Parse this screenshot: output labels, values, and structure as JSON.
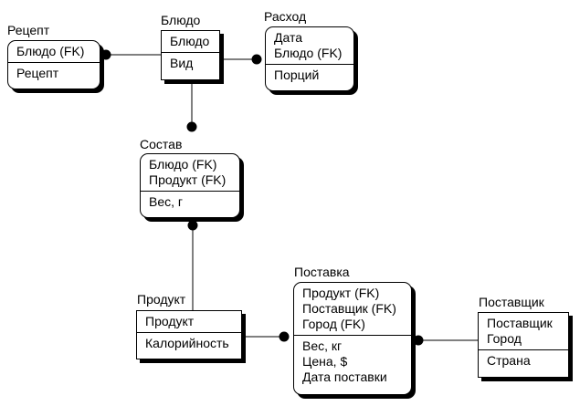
{
  "entities": {
    "recept": {
      "title": "Рецепт",
      "keys": [
        "Блюдо (FK)"
      ],
      "attrs": [
        "Рецепт"
      ]
    },
    "bludo": {
      "title": "Блюдо",
      "keys": [
        "Блюдо"
      ],
      "attrs": [
        "Вид"
      ]
    },
    "rashod": {
      "title": "Расход",
      "keys": [
        "Дата",
        "Блюдо (FK)"
      ],
      "attrs": [
        "Порций"
      ]
    },
    "sostav": {
      "title": "Состав",
      "keys": [
        "Блюдо (FK)",
        "Продукт (FK)"
      ],
      "attrs": [
        "Вес, г"
      ]
    },
    "produkt": {
      "title": "Продукт",
      "keys": [
        "Продукт"
      ],
      "attrs": [
        "Калорийность"
      ]
    },
    "postavka": {
      "title": "Поставка",
      "keys": [
        "Продукт (FK)",
        "Поставщик (FK)",
        "Город (FK)"
      ],
      "attrs": [
        "Вес, кг",
        "Цена, $",
        "Дата поставки"
      ]
    },
    "postavshik": {
      "title": "Поставщик",
      "keys": [
        "Поставщик",
        "Город"
      ],
      "attrs": [
        "Страна"
      ]
    }
  },
  "colors": {
    "line": "#000000",
    "background": "#ffffff"
  }
}
